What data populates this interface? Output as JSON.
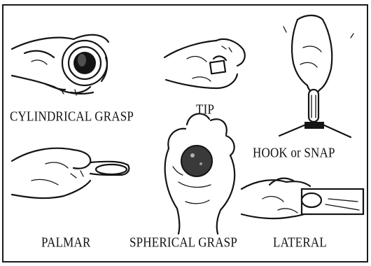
{
  "figure": {
    "labels": {
      "cylindrical": "CYLINDRICAL GRASP",
      "tip": "TIP",
      "hook": "HOOK or SNAP",
      "palmar": "PALMAR",
      "spherical": "SPHERICAL GRASP",
      "lateral": "LATERAL"
    }
  }
}
